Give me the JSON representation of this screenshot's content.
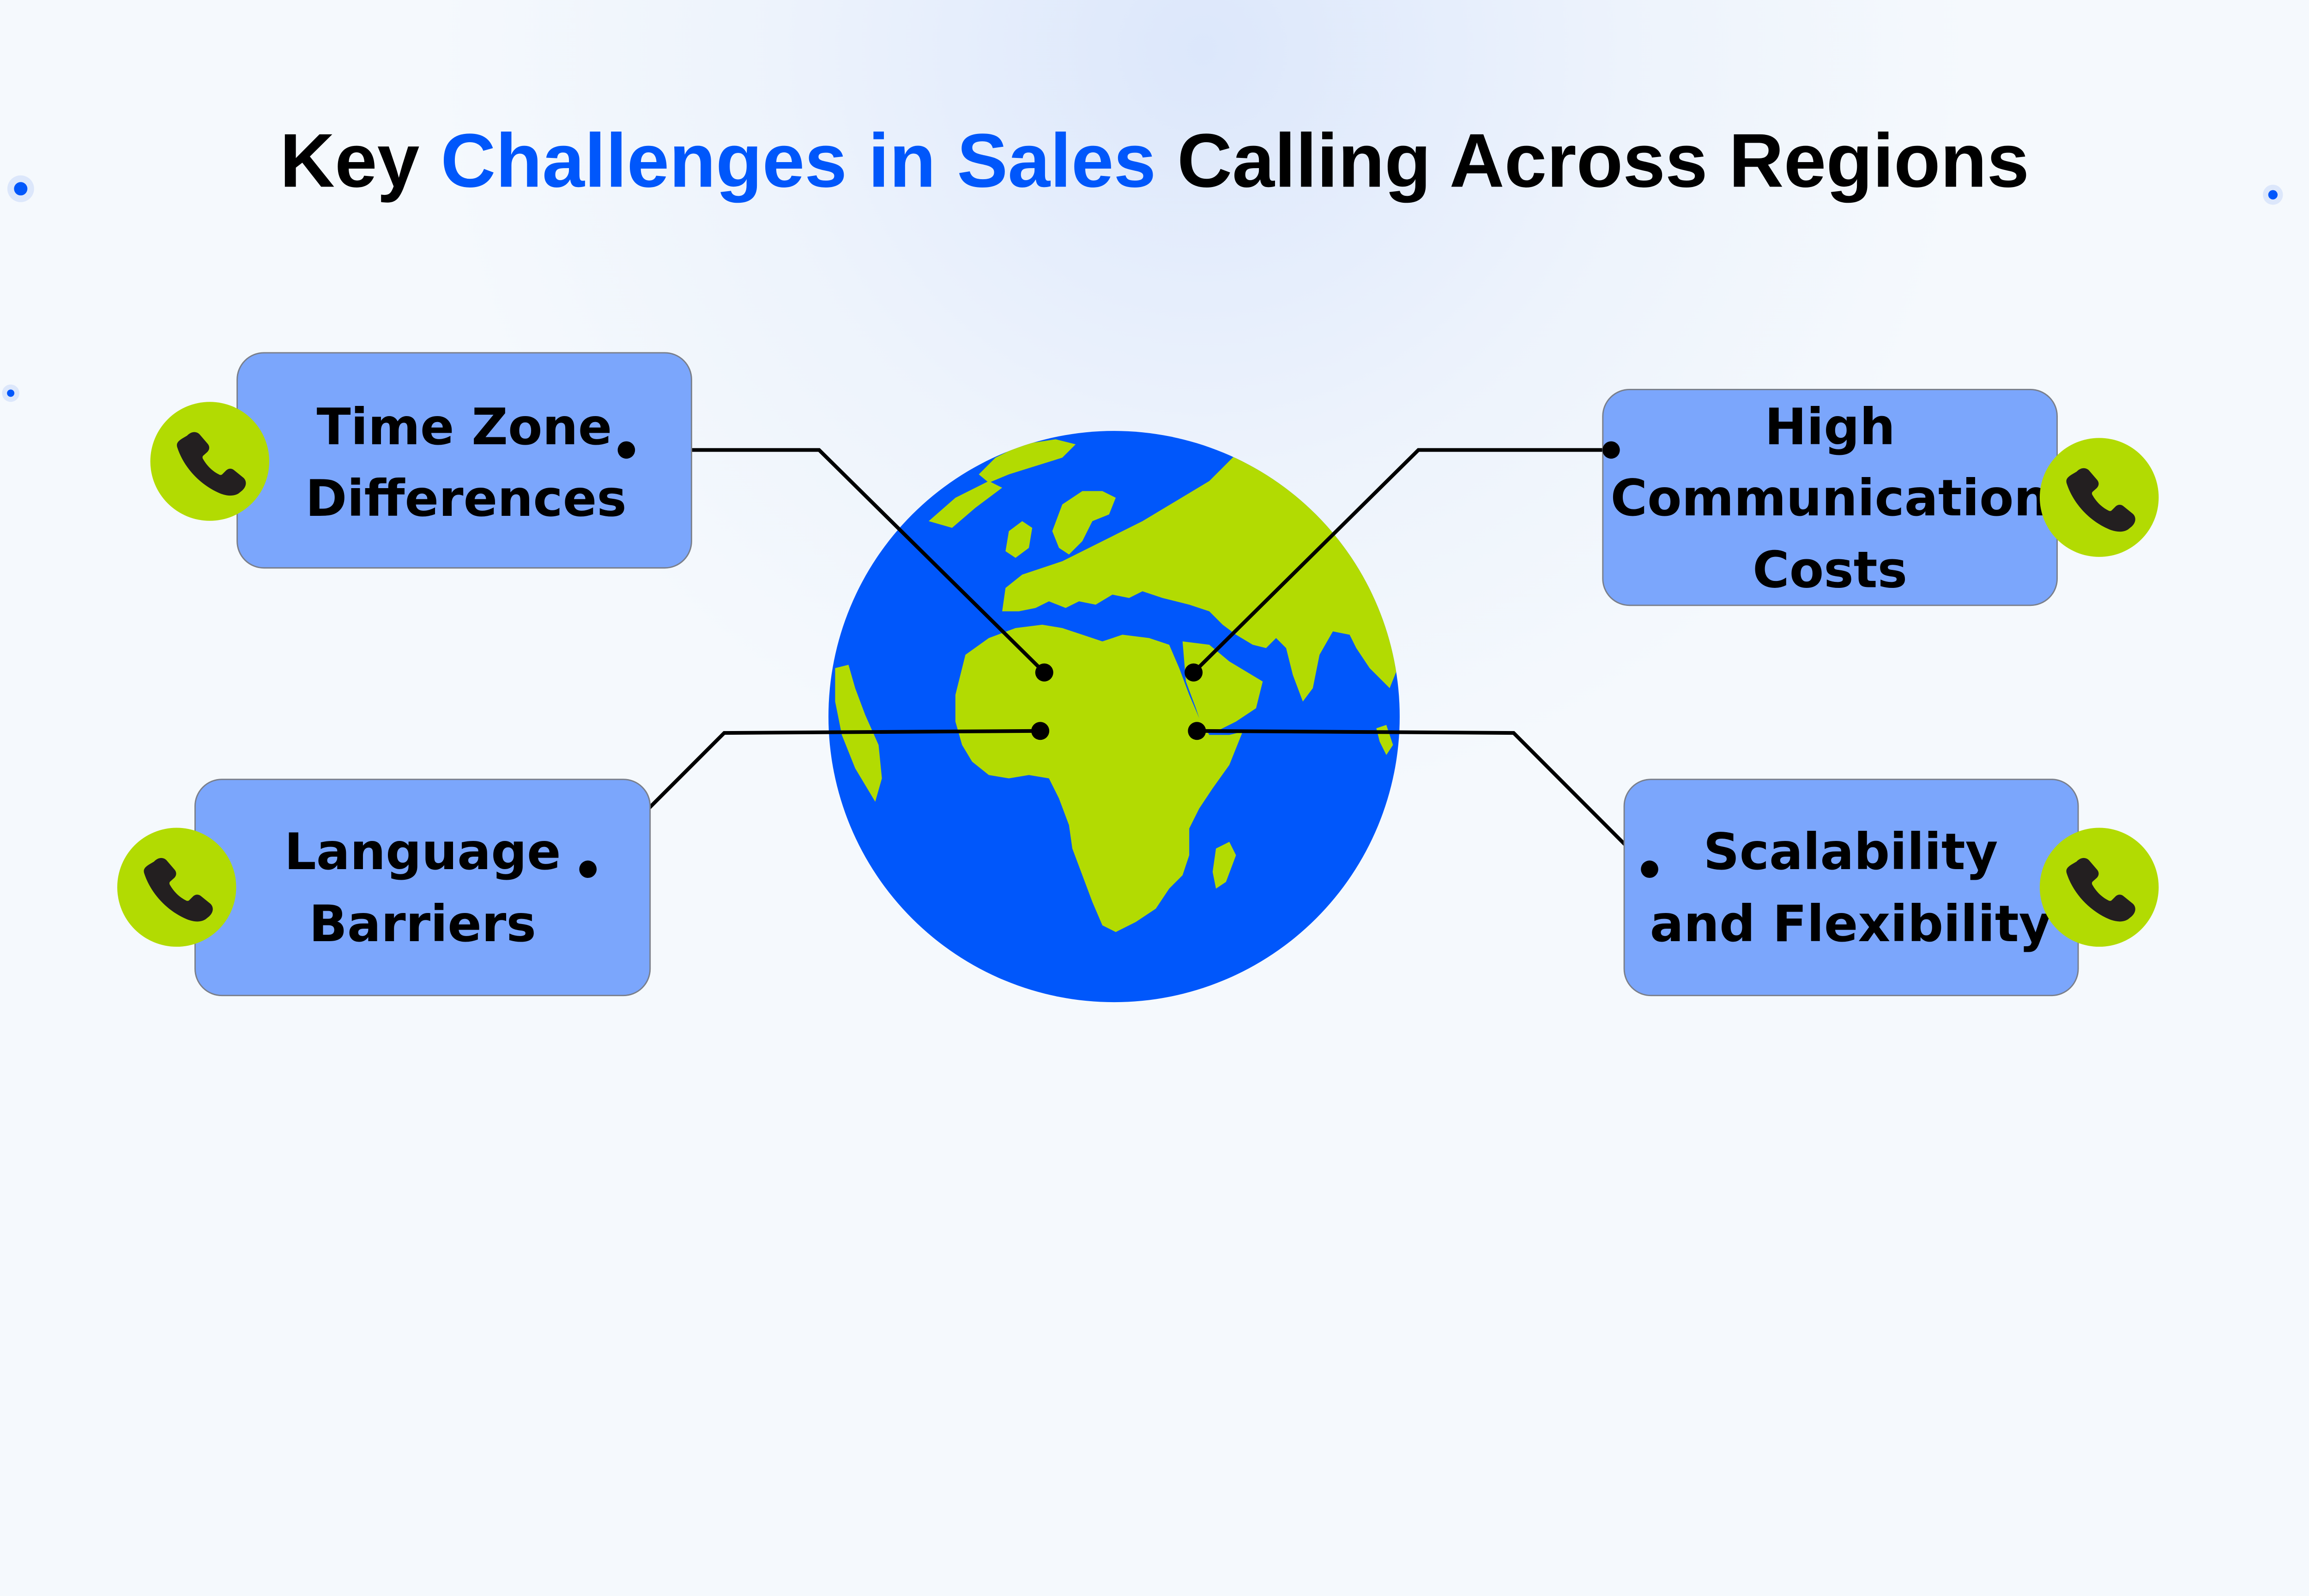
{
  "title": {
    "part1": "Key ",
    "part2_highlight": "Challenges in Sales",
    "part3": " Calling Across Regions",
    "highlight_color": "#0057FB",
    "text_color": "#000000"
  },
  "colors": {
    "background": "#F5F9FD",
    "background_glow": "#DCE7FB",
    "box_fill": "#7BA6FC",
    "box_border": "#7A7F8A",
    "icon_circle": "#B2DB02",
    "icon_glyph": "#231F20",
    "globe_ocean": "#0057FB",
    "globe_land": "#B2DB02",
    "connector": "#000000"
  },
  "center": {
    "icon": "globe-icon",
    "label": "Globe showing Europe, Africa and Asia"
  },
  "challenges": [
    {
      "id": "time-zone",
      "lines": [
        "Time Zone",
        "Differences"
      ],
      "icon": "phone-icon",
      "position": "top-left"
    },
    {
      "id": "communication-costs",
      "lines": [
        "High",
        "Communication",
        "Costs"
      ],
      "icon": "phone-icon",
      "position": "top-right"
    },
    {
      "id": "language",
      "lines": [
        "Language",
        "Barriers"
      ],
      "icon": "phone-icon",
      "position": "bottom-left"
    },
    {
      "id": "scalability",
      "lines": [
        "Scalability",
        "and Flexibility"
      ],
      "icon": "phone-icon",
      "position": "bottom-right"
    }
  ]
}
